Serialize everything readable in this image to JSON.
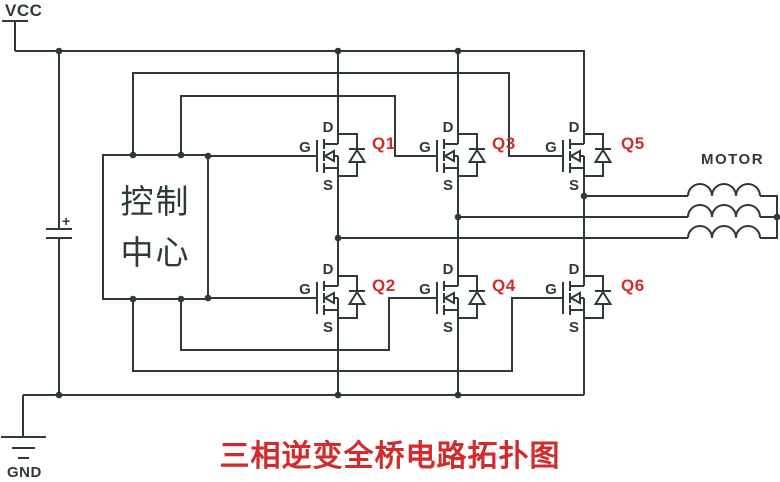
{
  "diagram": {
    "power": {
      "vcc_label": "VCC",
      "gnd_label": "GND"
    },
    "capacitor": {
      "polarity": "+"
    },
    "controller": {
      "line1": "控制",
      "line2": "中心"
    },
    "motor_label": "MOTOR",
    "mosfets": [
      {
        "name": "Q1",
        "pin_drain": "D",
        "pin_gate": "G",
        "pin_source": "S"
      },
      {
        "name": "Q2",
        "pin_drain": "D",
        "pin_gate": "G",
        "pin_source": "S"
      },
      {
        "name": "Q3",
        "pin_drain": "D",
        "pin_gate": "G",
        "pin_source": "S"
      },
      {
        "name": "Q4",
        "pin_drain": "D",
        "pin_gate": "G",
        "pin_source": "S"
      },
      {
        "name": "Q5",
        "pin_drain": "D",
        "pin_gate": "G",
        "pin_source": "S"
      },
      {
        "name": "Q6",
        "pin_drain": "D",
        "pin_gate": "G",
        "pin_source": "S"
      }
    ],
    "title": "三相逆变全桥电路拓扑图",
    "colors": {
      "wire": "#2e3a39",
      "label_red": "#d32b2b",
      "background": "#ffffff"
    }
  }
}
